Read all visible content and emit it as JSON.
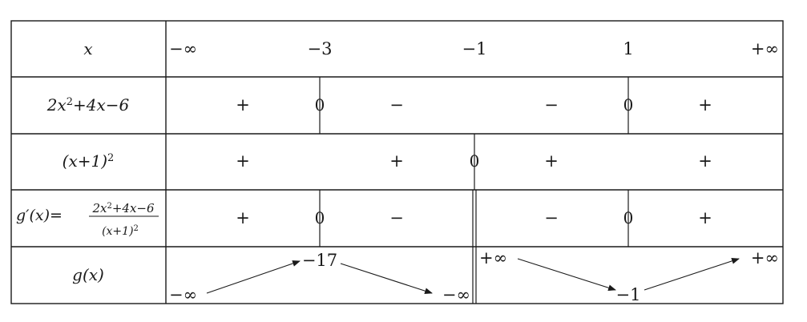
{
  "header": {
    "variable": "x",
    "values": [
      "−∞",
      "−3",
      "−1",
      "1",
      "+∞"
    ]
  },
  "rows": [
    {
      "label_main": "2x",
      "label_sup": "2",
      "label_tail": "+4x−6",
      "signs": [
        "+",
        "0",
        "−",
        "−",
        "0",
        "+"
      ]
    },
    {
      "label_main": "(x+1)",
      "label_sup": "2",
      "signs": [
        "+",
        "+",
        "0",
        "+",
        "+"
      ]
    },
    {
      "label_head": "g′(x)=",
      "frac_num_main": "2x",
      "frac_num_sup": "2",
      "frac_num_tail": "+4x−6",
      "frac_den_main": "(x+1)",
      "frac_den_sup": "2",
      "signs": [
        "+",
        "0",
        "−",
        "−",
        "0",
        "+"
      ]
    }
  ],
  "variation": {
    "label": "g(x)",
    "values": [
      "−∞",
      "−17",
      "−∞",
      "+∞",
      "−1",
      "+∞"
    ]
  }
}
